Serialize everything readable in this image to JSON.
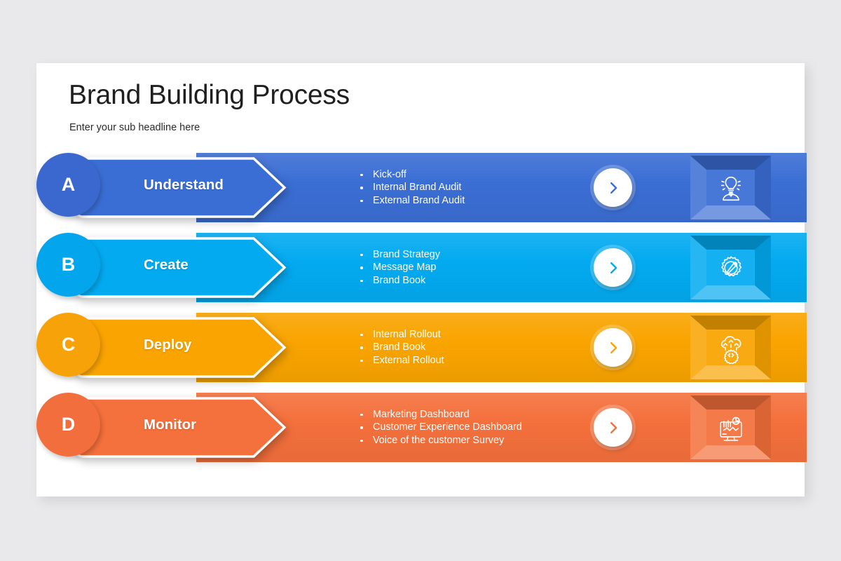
{
  "slide": {
    "title": "Brand Building Process",
    "subtitle": "Enter your sub headline here",
    "background_color": "#e9e9eb",
    "card_color": "#ffffff"
  },
  "steps": [
    {
      "key": "A",
      "label": "Understand",
      "color": "#3b6ed4",
      "badge_color": "#3a68cf",
      "bullets": [
        "Kick-off",
        "Internal Brand Audit",
        "External Brand Audit"
      ],
      "arrow_icon": "chevron-right-icon",
      "tile_icon": "lightbulb-person-icon"
    },
    {
      "key": "B",
      "label": "Create",
      "color": "#03aaf0",
      "badge_color": "#03a6ec",
      "bullets": [
        "Brand Strategy",
        "Message  Map",
        "Brand Book"
      ],
      "arrow_icon": "chevron-right-icon",
      "tile_icon": "gear-pencil-icon"
    },
    {
      "key": "C",
      "label": "Deploy",
      "color": "#f9a400",
      "badge_color": "#f7a208",
      "bullets": [
        "Internal Rollout",
        "Brand Book",
        "External Rollout"
      ],
      "arrow_icon": "chevron-right-icon",
      "tile_icon": "cloud-deploy-gear-icon"
    },
    {
      "key": "D",
      "label": "Monitor",
      "color": "#f4703c",
      "badge_color": "#f26f3d",
      "bullets": [
        "Marketing Dashboard",
        "Customer Experience Dashboard",
        "Voice of the customer  Survey"
      ],
      "arrow_icon": "chevron-right-icon",
      "tile_icon": "dashboard-monitor-icon"
    }
  ]
}
